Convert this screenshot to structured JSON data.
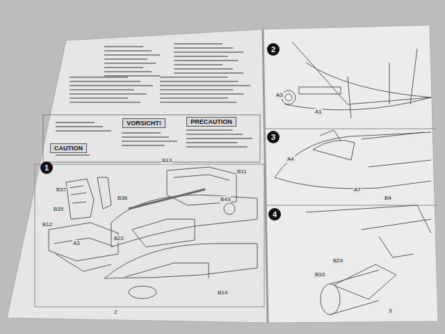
{
  "diagram": {
    "nodes": [
      {
        "text": [
          "VORSICHT!"
        ]
      },
      {
        "text": [
          "PRECAUTION"
        ]
      },
      {
        "text": [
          "CAUTION"
        ]
      },
      {
        "text": [
          "1"
        ]
      },
      {
        "text": [
          "2"
        ]
      },
      {
        "text": [
          "3"
        ]
      },
      {
        "text": [
          "4"
        ]
      }
    ],
    "labels": [
      "B37",
      "B35",
      "B36",
      "B12",
      "A3",
      "B22",
      "B13",
      "B11",
      "B43",
      "B14",
      "A3",
      "A1",
      "A4",
      "A7",
      "B4",
      "B24",
      "B10",
      "2",
      "3"
    ]
  }
}
